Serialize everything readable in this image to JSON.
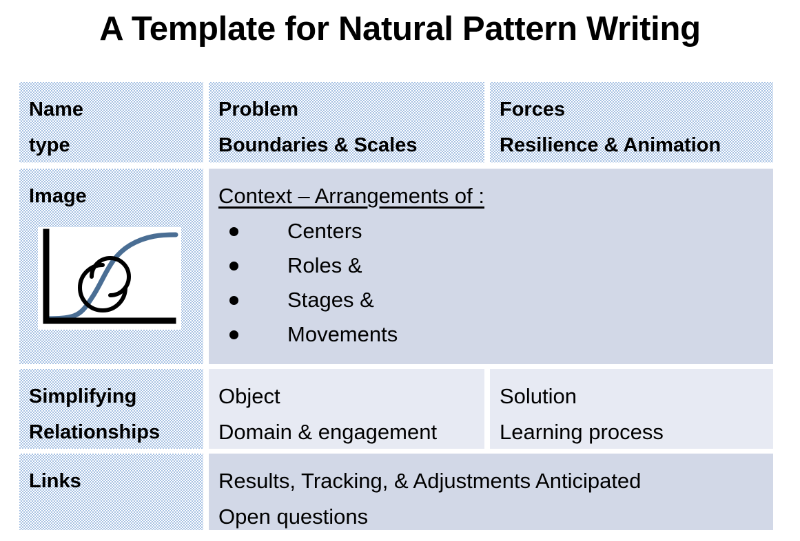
{
  "slide": {
    "title": "A Template for Natural Pattern Writing",
    "background_color": "#ffffff"
  },
  "colors": {
    "header_weave_blue": "#a6c1e3",
    "cell_mid_blue": "#d2d8e7",
    "cell_light_blue": "#e7eaf3",
    "curve_blue": "#4a6e94",
    "text_black": "#000000"
  },
  "table": {
    "rows": [
      {
        "id": "header-row",
        "cells": [
          {
            "id": "name-cell",
            "line1": "Name",
            "line2": "type"
          },
          {
            "id": "problem-cell",
            "line1": "Problem",
            "line2": "Boundaries & Scales"
          },
          {
            "id": "forces-cell",
            "line1": "Forces",
            "line2": "Resilience & Animation"
          }
        ]
      },
      {
        "id": "image-row",
        "label": "Image",
        "figure": {
          "name": "s-curve-with-spirals",
          "curve_type": "sigmoid",
          "axes": "L-shaped (left vertical, bottom horizontal)",
          "overlay": "two overlapping open circles"
        },
        "context_heading": "Context – Arrangements of :",
        "context_bullets": [
          "Centers",
          "Roles &",
          "Stages &",
          "Movements"
        ]
      },
      {
        "id": "simplifying-row",
        "cells": [
          {
            "id": "simplifying-label",
            "line1": "Simplifying",
            "line2": "Relationships"
          },
          {
            "id": "object-cell",
            "line1": "Object",
            "line2": "Domain & engagement"
          },
          {
            "id": "solution-cell",
            "line1": "Solution",
            "line2": "Learning process"
          }
        ]
      },
      {
        "id": "links-row",
        "label": "Links",
        "line1": "Results, Tracking, & Adjustments Anticipated",
        "line2": "Open questions"
      }
    ]
  }
}
